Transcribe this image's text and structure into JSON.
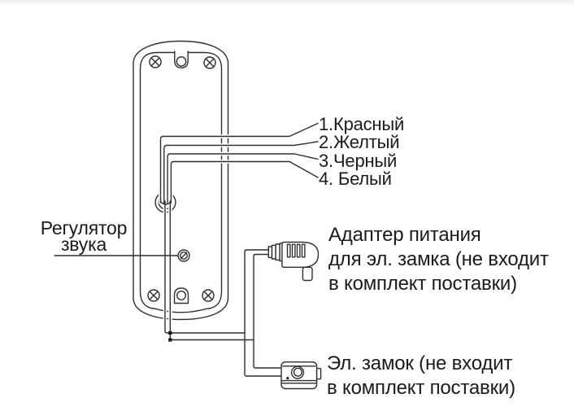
{
  "diagram": {
    "wire_labels": [
      "1.Красный",
      "2.Желтый",
      "3.Черный",
      "4. Белый"
    ],
    "volume_label": {
      "line1": "Регулятор",
      "line2": "звука"
    },
    "adapter_label": {
      "line1": "Адаптер питания",
      "line2": "для эл. замка (не входит",
      "line3": "в комплект поставки)"
    },
    "lock_label": {
      "line1": "Эл. замок (не входит",
      "line2": "в комплект поставки)"
    },
    "colors": {
      "line": "#2f2f2f",
      "text": "#1b1b1b",
      "background": "#ffffff",
      "junction_dot": "#111111"
    }
  }
}
